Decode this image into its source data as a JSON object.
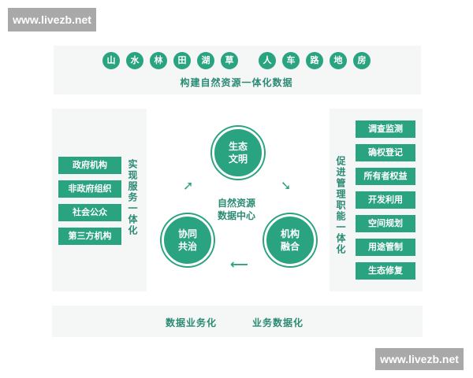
{
  "watermark": {
    "text": "www.livezb.net"
  },
  "top": {
    "circles": [
      "山",
      "水",
      "林",
      "田",
      "湖",
      "草",
      "人",
      "车",
      "路",
      "地",
      "房"
    ],
    "subtitle": "构建自然资源一体化数据"
  },
  "left": {
    "items": [
      "政府机构",
      "非政府组织",
      "社会公众",
      "第三方机构"
    ],
    "vertical_label": "实现服务一体化"
  },
  "right": {
    "items": [
      "调查监测",
      "确权登记",
      "所有者权益",
      "开发利用",
      "空间规划",
      "用途管制",
      "生态修复"
    ],
    "vertical_label": "促进管理职能一体化"
  },
  "center": {
    "label_line1": "自然资源",
    "label_line2": "数据中心",
    "nodes": {
      "top": [
        "生态",
        "文明"
      ],
      "left": [
        "协同",
        "共治"
      ],
      "right": [
        "机构",
        "融合"
      ]
    },
    "arrows": {
      "right": "➘",
      "left": "➚",
      "bottom": "⟵"
    }
  },
  "bottom": {
    "left_text": "数据业务化",
    "right_text": "业务数据化"
  },
  "colors": {
    "accent": "#2aa381",
    "text": "#2a8a72",
    "panel": "#f5f6f6",
    "watermark": "#a9a9a9"
  }
}
